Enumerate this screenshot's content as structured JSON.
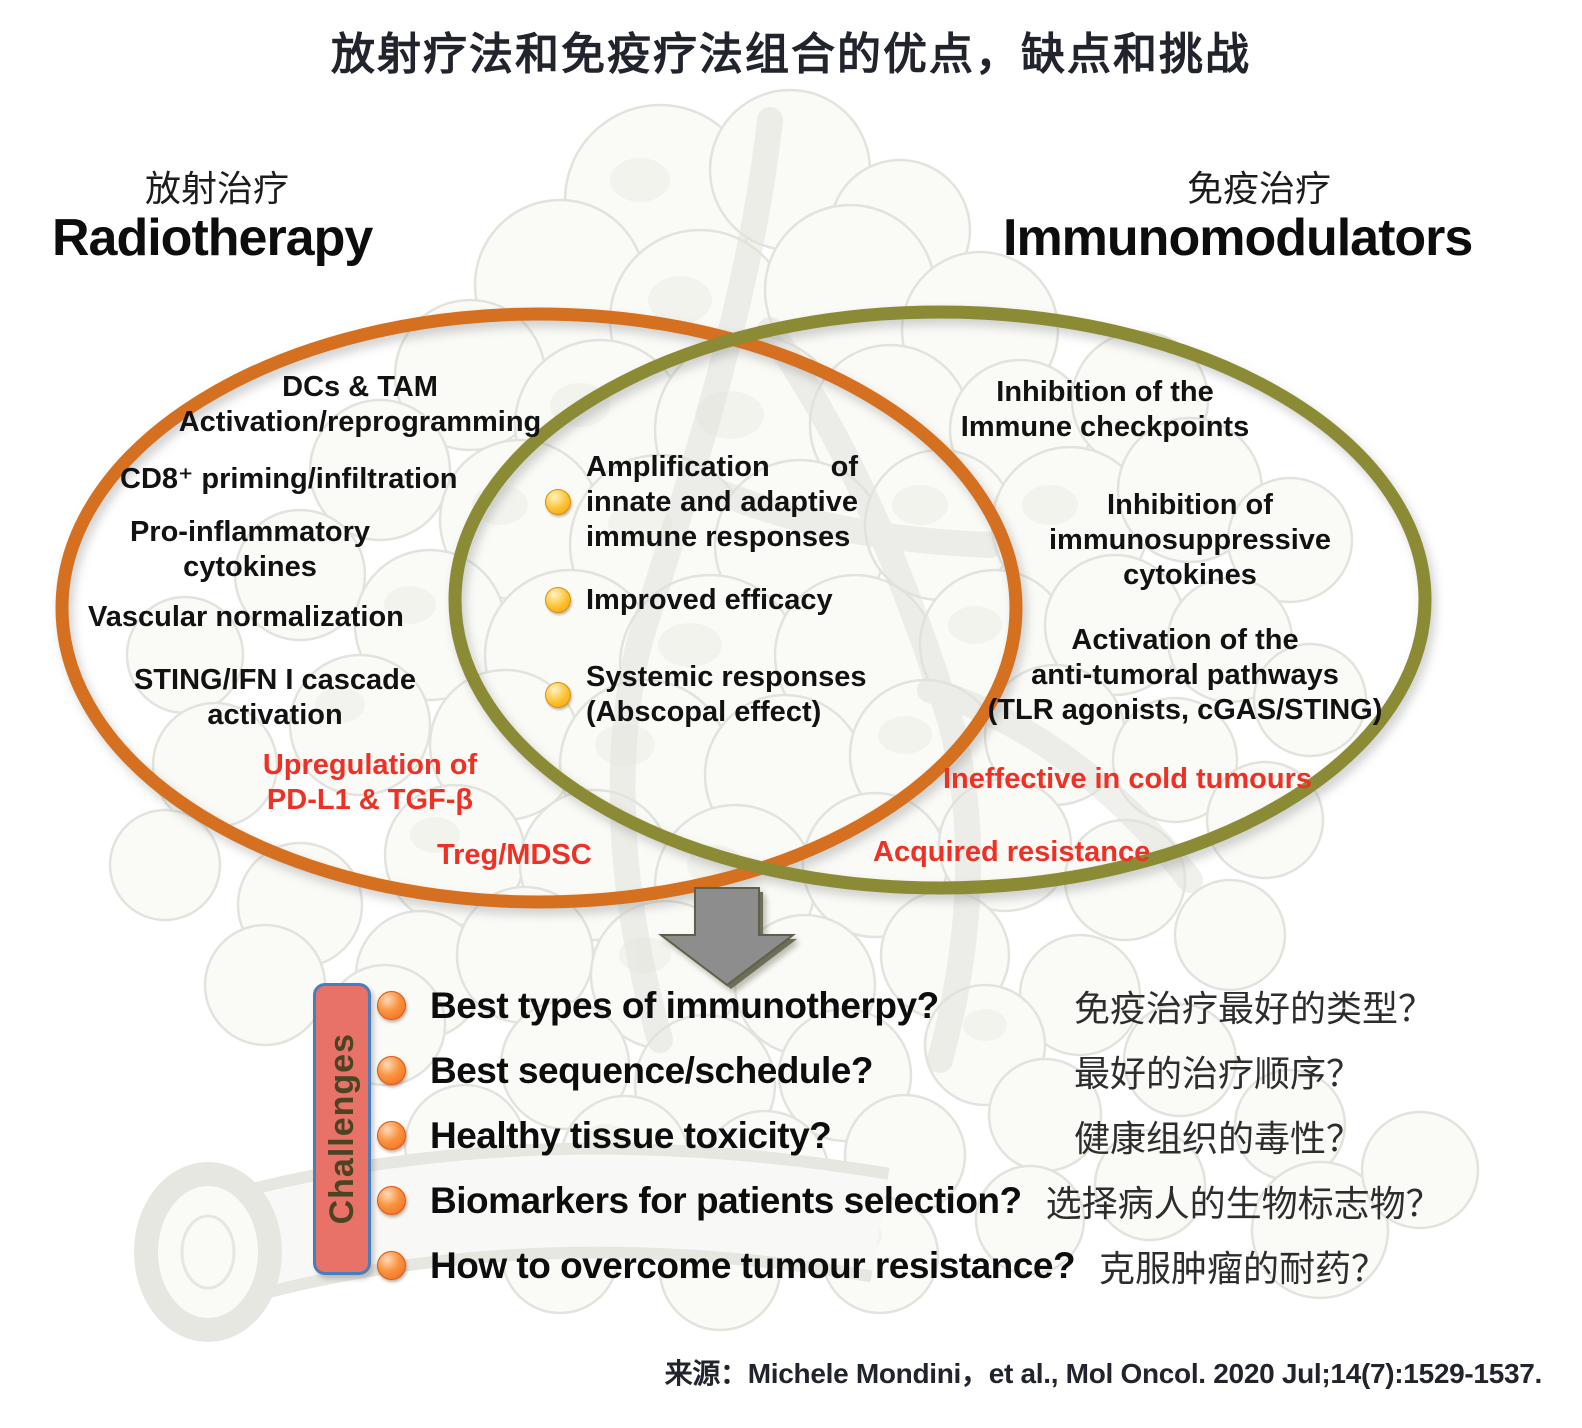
{
  "title": "放射疗法和免疫疗法组合的优点，缺点和挑战",
  "headers": {
    "left_zh": "放射治疗",
    "left_en": "Radiotherapy",
    "right_zh": "免疫治疗",
    "right_en": "Immunomodulators"
  },
  "venn": {
    "left": {
      "items": [
        "DCs & TAM\nActivation/reprogramming",
        "CD8⁺ priming/infiltration",
        "Pro-inflammatory\ncytokines",
        "Vascular normalization",
        "STING/IFN I cascade\nactivation"
      ],
      "cautions": [
        "Upregulation of\nPD-L1 & TGF-β",
        "Treg/MDSC"
      ]
    },
    "center": {
      "items": [
        "Amplification of innate and adaptive immune responses",
        "Improved efficacy",
        "Systemic responses\n(Abscopal effect)"
      ]
    },
    "right": {
      "items": [
        "Inhibition of the\nImmune checkpoints",
        "Inhibition of\nimmunosuppressive\ncytokines",
        "Activation of the\nanti-tumoral pathways\n(TLR agonists, cGAS/STING)"
      ],
      "cautions": [
        "Ineffective in cold tumours",
        "Acquired resistance"
      ]
    }
  },
  "challenges": {
    "label": "Challenges",
    "items": [
      {
        "en": "Best types of immunotherpy?",
        "zh": "免疫治疗最好的类型？"
      },
      {
        "en": "Best sequence/schedule?",
        "zh": "最好的治疗顺序？"
      },
      {
        "en": "Healthy tissue toxicity?",
        "zh": "健康组织的毒性？"
      },
      {
        "en": "Biomarkers for patients selection?",
        "zh": "选择病人的生物标志物？"
      },
      {
        "en": "How to overcome tumour resistance?",
        "zh": "克服肿瘤的耐药？"
      }
    ]
  },
  "source": "来源：Michele Mondini，et al., Mol Oncol. 2020 Jul;14(7):1529-1537.",
  "icons": {
    "flow_arrow": "down-block-arrow",
    "benefit_bullet": "yellow-sphere",
    "challenge_bullet": "orange-sphere",
    "background": "tumour-cells-illustration"
  },
  "colors": {
    "orange-ring": "#d4701f",
    "olive-ring": "#8b8b35",
    "alert-red": "#ee3124",
    "challenge-fill": "#e87168",
    "challenge-border": "#4a7ebb",
    "challenge-ink": "#4b4423",
    "arrow-gray": "#8d8d8d",
    "ink-dark": "#21242c"
  }
}
